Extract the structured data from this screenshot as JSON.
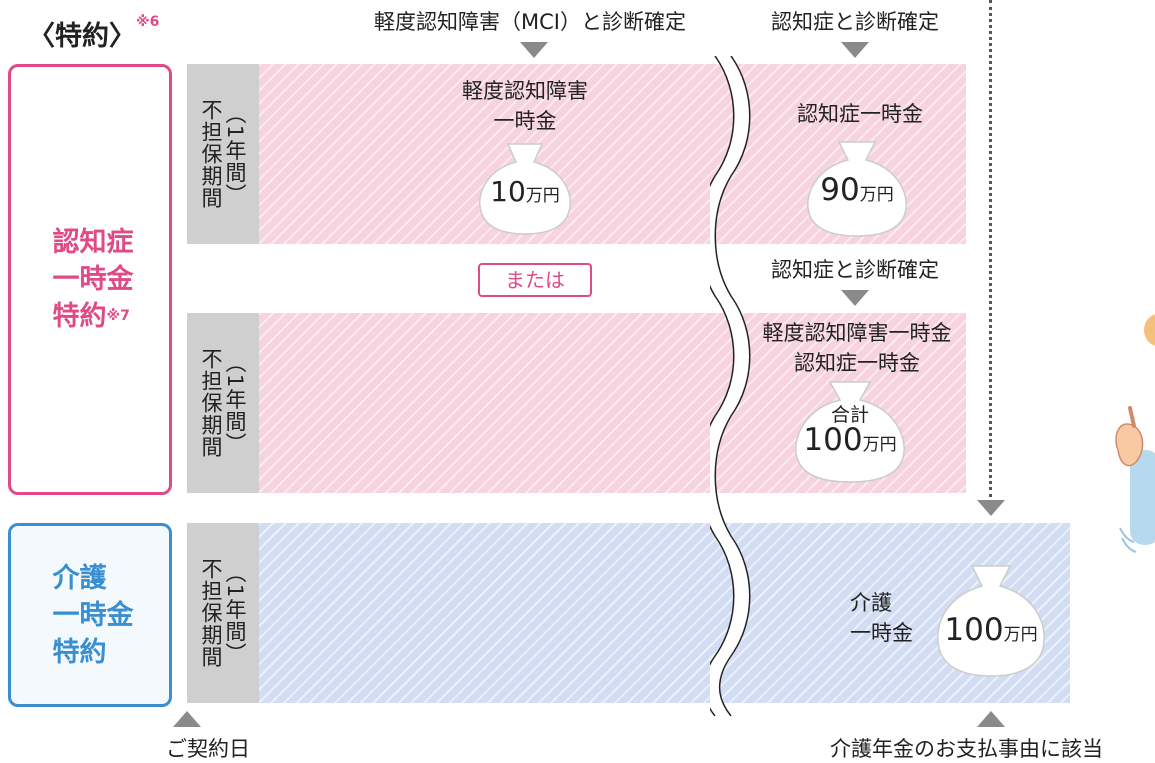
{
  "header": {
    "tokuyaku_label": "〈特約〉",
    "tokuyaku_note": "※6",
    "mci_confirmed": "軽度認知障害（MCI）と診断確定",
    "dementia_confirmed_top": "認知症と診断確定"
  },
  "dementia_rider": {
    "label_line1": "認知症",
    "label_line2": "一時金",
    "label_line3": "特約",
    "label_note": "※7",
    "color": "#e04b87",
    "band_color": "#f6d3df"
  },
  "exemption_period": {
    "line1": "不担保期間",
    "line2": "（1年間）"
  },
  "row1": {
    "mci_label_line1": "軽度認知障害",
    "mci_label_line2": "一時金",
    "mci_amount": "10",
    "dementia_label": "認知症一時金",
    "dementia_amount": "90",
    "unit": "万円"
  },
  "or_label": "または",
  "row2": {
    "dementia_confirmed": "認知症と診断確定",
    "label_line1": "軽度認知障害一時金",
    "label_line2": "認知症一時金",
    "total_label": "合計",
    "total_amount": "100",
    "unit": "万円"
  },
  "care_rider": {
    "label_line1": "介護",
    "label_line2": "一時金",
    "label_line3": "特約",
    "color": "#3a8fd0",
    "band_color": "#d2ddf3",
    "payout_label_line1": "介護",
    "payout_label_line2": "一時金",
    "amount": "100",
    "unit": "万円"
  },
  "footer": {
    "contract_date": "ご契約日",
    "care_pension_event": "介護年金のお支払事由に該当"
  },
  "colors": {
    "arrow_gray": "#8a8a8a",
    "period_gray": "#cfcfcf"
  }
}
